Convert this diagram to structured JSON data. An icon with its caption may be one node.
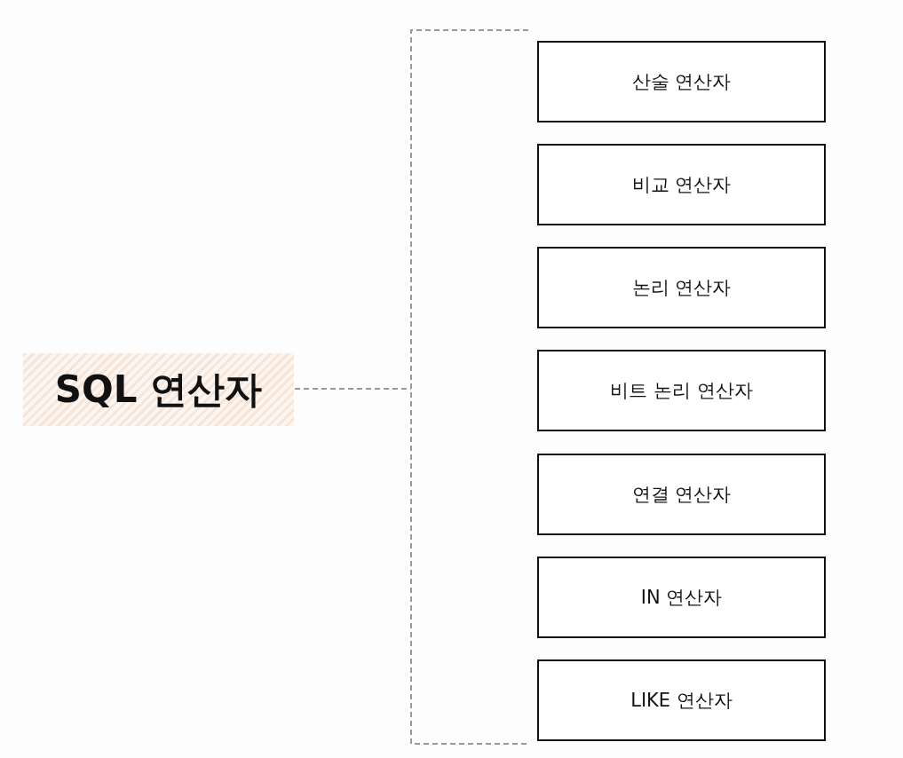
{
  "diagram": {
    "nodes": [
      {
        "text": [
          "SQL 연산자"
        ]
      },
      {
        "text": [
          "산술 연산자"
        ]
      },
      {
        "text": [
          "비교 연산자"
        ]
      },
      {
        "text": [
          "논리 연산자"
        ]
      },
      {
        "text": [
          "비트 논리 연산자"
        ]
      },
      {
        "text": [
          "연결 연산자"
        ]
      },
      {
        "text": [
          "IN 연산자"
        ]
      },
      {
        "text": [
          "LIKE 연산자"
        ]
      }
    ],
    "edges": []
  }
}
